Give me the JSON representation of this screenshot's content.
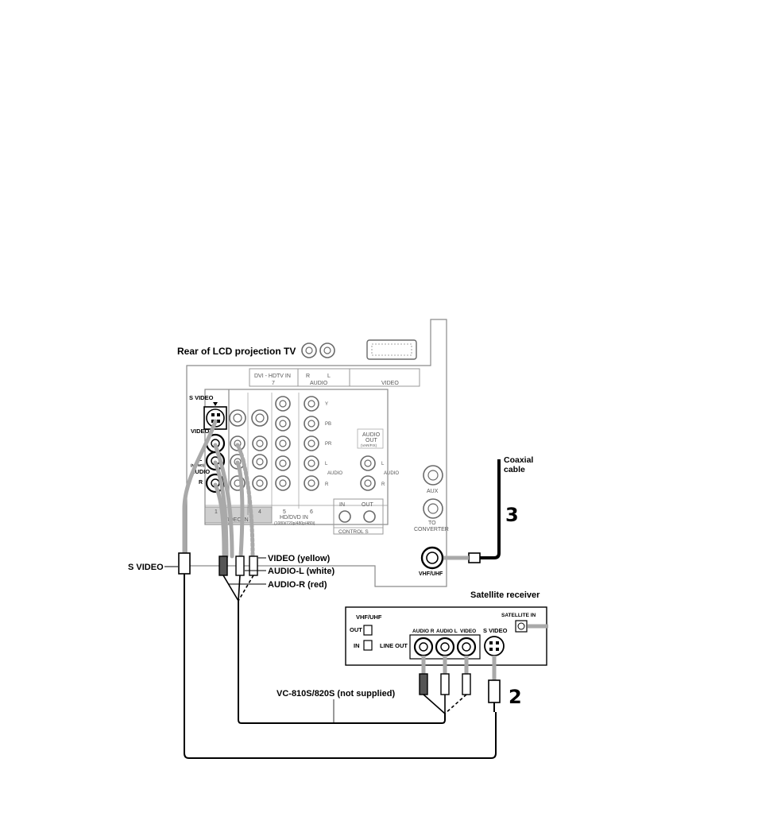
{
  "tv": {
    "title": "Rear of LCD projection TV",
    "top_labels": {
      "dvi": "DVI - HDTV IN",
      "dvi_num": "7",
      "r": "R",
      "l": "L",
      "audio": "AUDIO",
      "video": "VIDEO"
    },
    "left_labels": {
      "svideo": "S VIDEO",
      "video": "VIDEO",
      "l_mono": "L",
      "mono": "(MONO)",
      "audio": "AUDIO",
      "r": "R"
    },
    "bottom_labels": {
      "n1": "1",
      "n4": "4",
      "n5": "5",
      "n6": "6",
      "video_in": "VIDEO IN",
      "hddvd_in": "HD/DVD IN",
      "hddvd_sub": "(1080i/720p/480p/480i)"
    },
    "component_labels": {
      "y": "Y",
      "pb": "PB",
      "pr": "PR",
      "l": "L",
      "audio": "AUDIO",
      "r": "R"
    },
    "audio_out": {
      "line1": "AUDIO",
      "line2": "OUT",
      "line3": "(VAR/FIX)",
      "l": "L",
      "audio": "AUDIO",
      "r": "R"
    },
    "control": {
      "in": "IN",
      "out": "OUT",
      "label": "CONTROL S"
    },
    "aux": "AUX",
    "to_converter_1": "TO",
    "to_converter_2": "CONVERTER",
    "vhf_uhf": "VHF/UHF"
  },
  "labels": {
    "coaxial_1": "Coaxial",
    "coaxial_2": "cable",
    "step3": "3",
    "step2": "2",
    "s_video": "S VIDEO",
    "video_yellow": "VIDEO (yellow)",
    "audio_l_white": "AUDIO-L (white)",
    "audio_r_red": "AUDIO-R (red)",
    "vc_cable": "VC-810S/820S (not supplied)"
  },
  "satellite": {
    "title": "Satellite receiver",
    "vhf_uhf": "VHF/UHF",
    "out": "OUT",
    "in": "IN",
    "line_out": "LINE OUT",
    "audio_r": "AUDIO R",
    "audio_l": "AUDIO L",
    "video": "VIDEO",
    "s_video": "S VIDEO",
    "satellite_in": "SATELLITE IN"
  }
}
